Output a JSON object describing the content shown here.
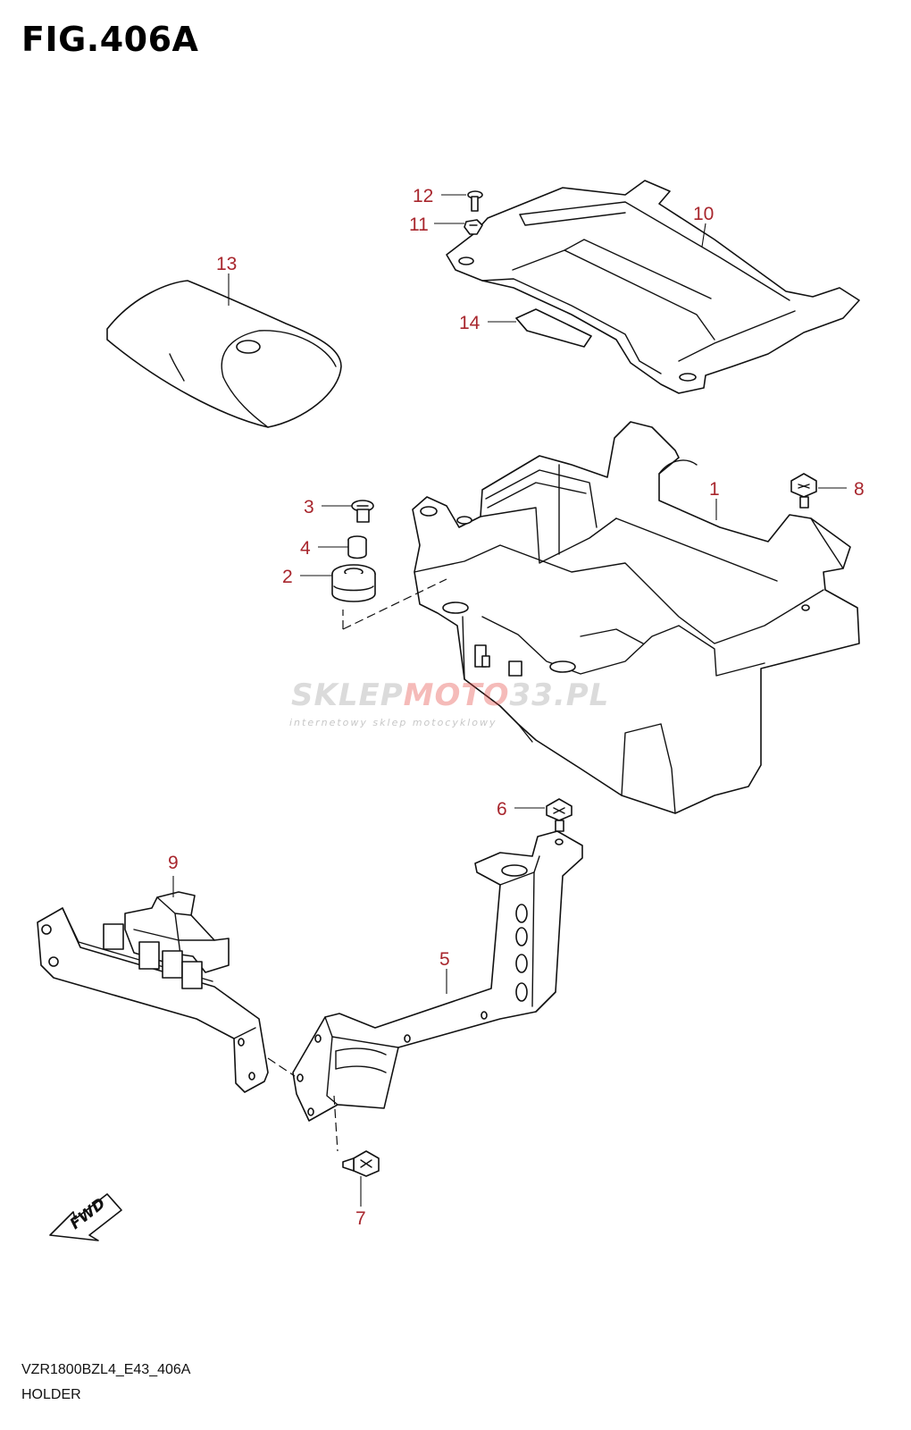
{
  "figure": {
    "title": "FIG.406A",
    "model_code": "VZR1800BZL4_E43_406A",
    "section_name": "HOLDER",
    "direction_label": "FWD"
  },
  "watermark": {
    "part1": "SKLEP",
    "part2": "MOTO",
    "part3": "33.PL",
    "subtitle": "internetowy sklep motocyklowy"
  },
  "colors": {
    "callout": "#a8262d",
    "line": "#111111",
    "watermark_red": "#e3403a"
  },
  "parts": [
    {
      "number": "1",
      "name": "holder-box"
    },
    {
      "number": "2",
      "name": "rubber-cushion"
    },
    {
      "number": "3",
      "name": "screw"
    },
    {
      "number": "4",
      "name": "spacer"
    },
    {
      "number": "5",
      "name": "bracket"
    },
    {
      "number": "6",
      "name": "bolt"
    },
    {
      "number": "7",
      "name": "bolt"
    },
    {
      "number": "8",
      "name": "bolt"
    },
    {
      "number": "9",
      "name": "bracket-plate"
    },
    {
      "number": "10",
      "name": "cover-tray"
    },
    {
      "number": "11",
      "name": "nut"
    },
    {
      "number": "12",
      "name": "screw"
    },
    {
      "number": "13",
      "name": "cover-sheet"
    },
    {
      "number": "14",
      "name": "pad"
    }
  ]
}
